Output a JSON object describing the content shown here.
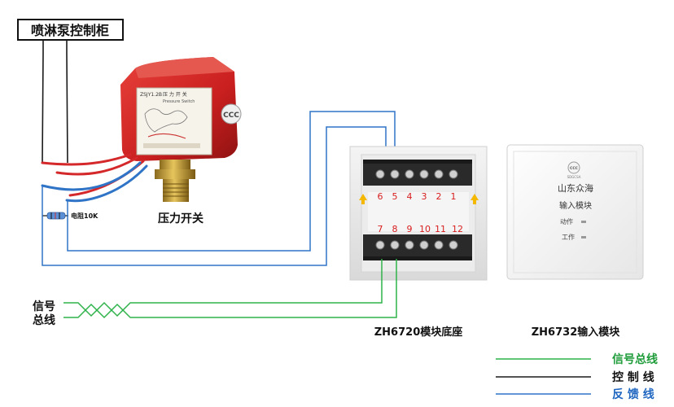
{
  "cabinet_label": "喷淋泵控制柜",
  "pressure_switch": {
    "label": "压力开关",
    "nameplate_line1": "ZSJY1.2B",
    "nameplate_line2": "压 力 开 关",
    "nameplate_line3": "Pressure Switch"
  },
  "resistor_label": "电阻10K",
  "signal_bus_label": {
    "line1": "信号",
    "line2": "总线"
  },
  "module_base": {
    "caption": "ZH6720模块底座",
    "top_terminals": [
      "6",
      "5",
      "4",
      "3",
      "2",
      "1"
    ],
    "bottom_terminals": [
      "7",
      "8",
      "9",
      "10",
      "11",
      "12"
    ]
  },
  "input_module": {
    "caption": "ZH6732输入模块",
    "brand": "山东众海",
    "name": "输入模块",
    "indicator_action": "动作",
    "indicator_work": "工作",
    "cert_text": "SDGCSA"
  },
  "legend": [
    {
      "label": "信号总线",
      "color": "#2fb34a",
      "text_color": "#1f9c3a"
    },
    {
      "label": "控 制 线",
      "color": "#1a1a1a",
      "text_color": "#111111"
    },
    {
      "label": "反 馈 线",
      "color": "#2f74c6",
      "text_color": "#1e66c0"
    }
  ],
  "colors": {
    "green_wire": "#2fb34a",
    "blue_wire": "#2f74c6",
    "red_wire": "#d4282a",
    "terminal_number": "#d81e1e",
    "arrow": "#f5b800"
  }
}
